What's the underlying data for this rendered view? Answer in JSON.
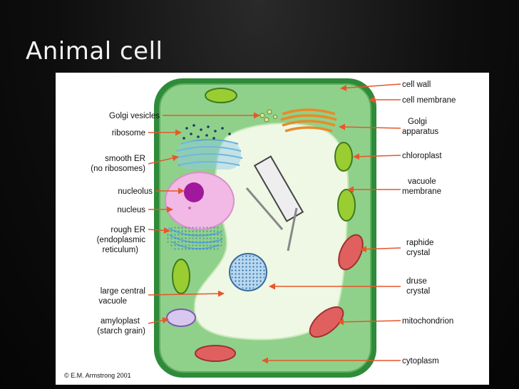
{
  "slide": {
    "title": "Animal cell"
  },
  "diagram": {
    "labels_left": {
      "golgi_vesicles": "Golgi vesicles",
      "ribosome": "ribosome",
      "smooth_er_1": "smooth ER",
      "smooth_er_2": "(no ribosomes)",
      "nucleolus": "nucleolus",
      "nucleus": "nucleus",
      "rough_er_1": "rough ER",
      "rough_er_2": "(endoplasmic",
      "rough_er_3": "reticulum)",
      "large_central_vacuole_1": "large central",
      "large_central_vacuole_2": "vacuole",
      "amyloplast_1": "amyloplast",
      "amyloplast_2": "(starch grain)"
    },
    "labels_right": {
      "cell_wall": "cell wall",
      "cell_membrane": "cell membrane",
      "golgi_apparatus_1": "Golgi",
      "golgi_apparatus_2": "apparatus",
      "chloroplast": "chloroplast",
      "vacuole_membrane_1": "vacuole",
      "vacuole_membrane_2": "membrane",
      "raphide_crystal_1": "raphide",
      "raphide_crystal_2": "crystal",
      "druse_crystal_1": "druse",
      "druse_crystal_2": "crystal",
      "mitochondrion": "mitochondrion",
      "cytoplasm": "cytoplasm"
    },
    "copyright": "© E.M. Armstrong 2001",
    "colors": {
      "cell_wall": "#2e8b3a",
      "cytoplasm": "#8fd18a",
      "vacuole": "#eef8e4",
      "nucleus": "#f2b8e6",
      "nucleolus": "#a0189c",
      "arrow": "#e8562a",
      "golgi": "#e98b2a",
      "chloroplast": "#9acd32",
      "mitochondrion": "#e06060",
      "er": "#8fc8e8"
    }
  }
}
